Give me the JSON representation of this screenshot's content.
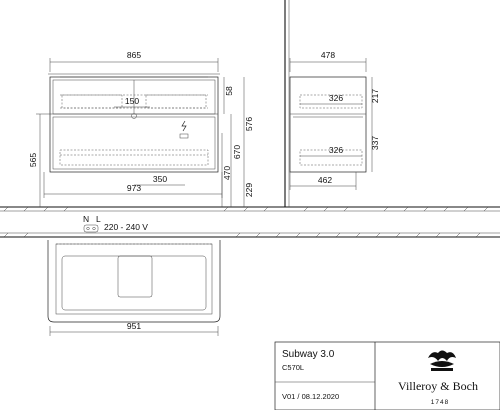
{
  "front_view": {
    "top_width": "865",
    "drawer_height_upper": "58",
    "total_height": "576",
    "upper_depth_mark": "150",
    "right_height": "670",
    "left_height": "565",
    "floor_height": "470",
    "floor_clearance": "229",
    "socket_offset": "350",
    "overall_width": "973"
  },
  "side_view": {
    "top_depth": "478",
    "upper_inner_depth": "326",
    "upper_height": "217",
    "lower_inner_depth": "326",
    "lower_height": "337",
    "bottom_depth": "462"
  },
  "electrical": {
    "label_n": "N",
    "label_l": "L",
    "voltage": "220 - 240 V"
  },
  "plan_view": {
    "width": "951"
  },
  "title_block": {
    "product": "Subway 3.0",
    "code": "C570L",
    "revision": "V01 / 08.12.2020",
    "brand": "Villeroy & Boch",
    "year": "1748"
  }
}
